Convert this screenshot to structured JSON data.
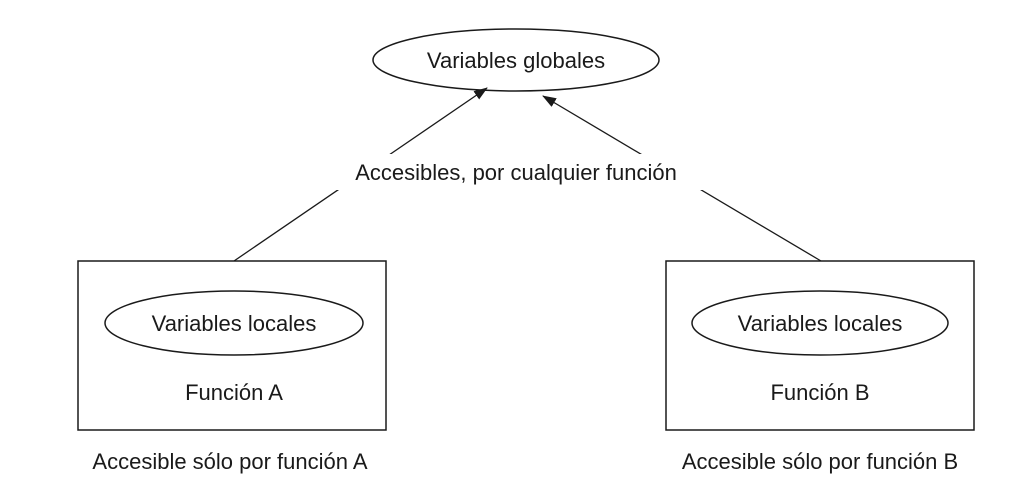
{
  "diagram": {
    "global_node": {
      "label": "Variables globales"
    },
    "connector": {
      "label": "Accesibles, por cualquier función"
    },
    "function_a": {
      "inner_label": "Variables locales",
      "name": "Función A",
      "caption": "Accesible sólo por función A"
    },
    "function_b": {
      "inner_label": "Variables locales",
      "name": "Función B",
      "caption": "Accesible sólo por función B"
    },
    "colors": {
      "stroke": "#1a1a1a",
      "background": "#ffffff"
    }
  }
}
